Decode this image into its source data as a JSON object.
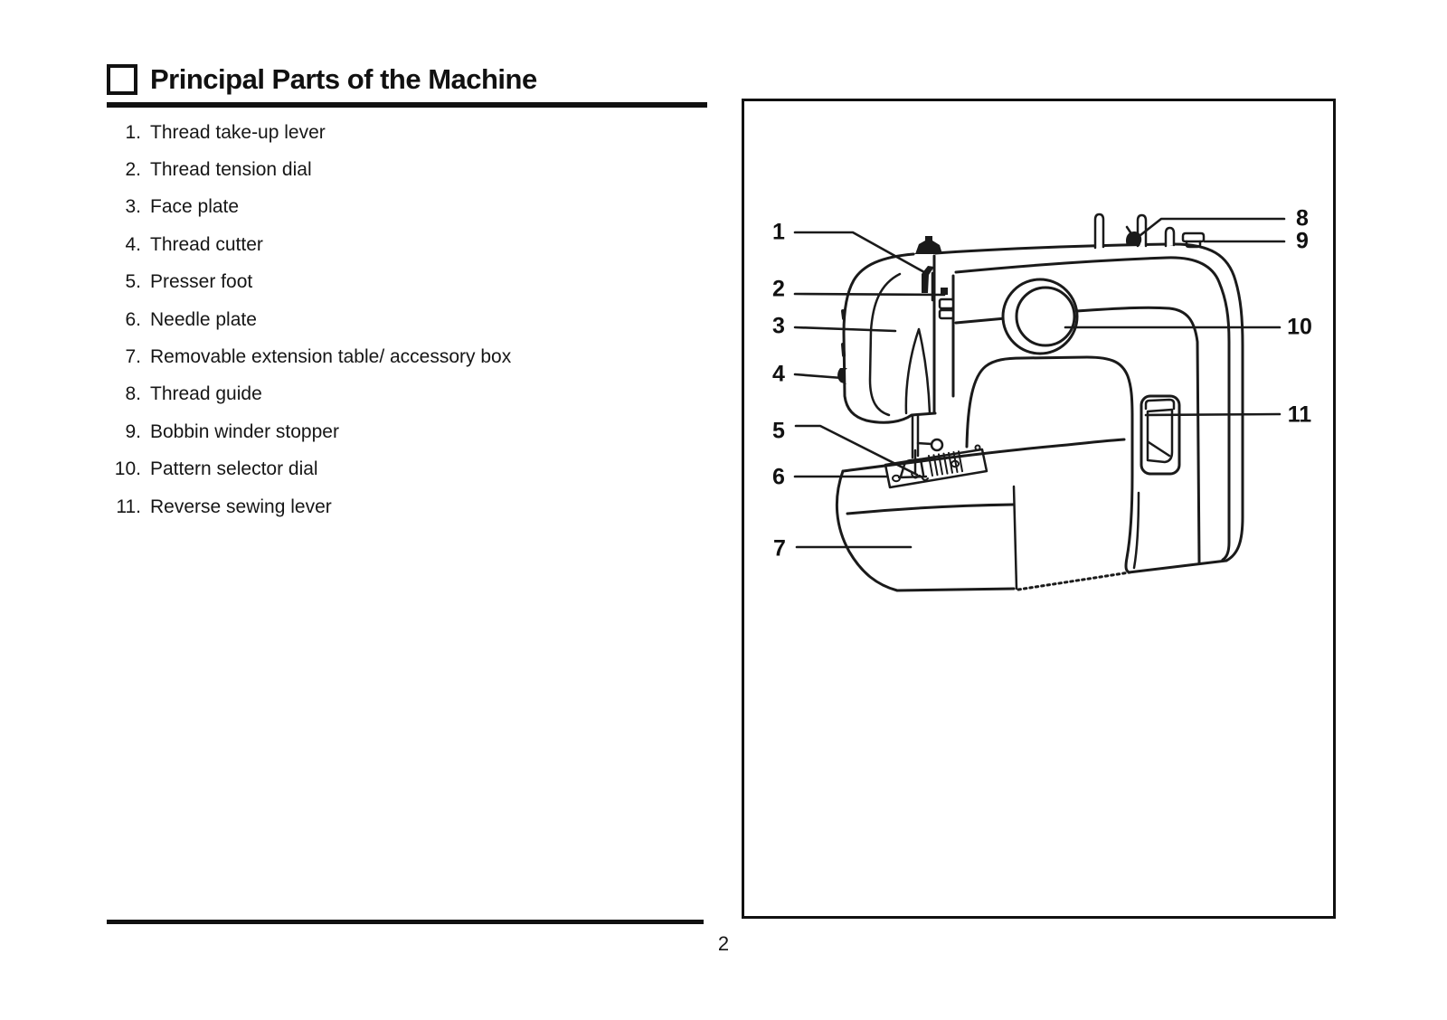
{
  "header": {
    "title": "Principal Parts of the Machine"
  },
  "parts_list": [
    {
      "num": "1.",
      "label": "Thread take-up lever"
    },
    {
      "num": "2.",
      "label": "Thread tension dial"
    },
    {
      "num": "3.",
      "label": "Face plate"
    },
    {
      "num": "4.",
      "label": "Thread cutter"
    },
    {
      "num": "5.",
      "label": "Presser foot"
    },
    {
      "num": "6.",
      "label": "Needle plate"
    },
    {
      "num": "7.",
      "label": "Removable extension table/ accessory box"
    },
    {
      "num": "8.",
      "label": "Thread guide"
    },
    {
      "num": "9.",
      "label": "Bobbin winder stopper"
    },
    {
      "num": "10.",
      "label": "Pattern selector dial"
    },
    {
      "num": "11.",
      "label": "Reverse sewing lever"
    }
  ],
  "diagram": {
    "callouts": [
      "1",
      "2",
      "3",
      "4",
      "5",
      "6",
      "7",
      "8",
      "9",
      "10",
      "11"
    ]
  },
  "footer": {
    "page_number": "2"
  },
  "colors": {
    "ink": "#1a1a1a"
  }
}
